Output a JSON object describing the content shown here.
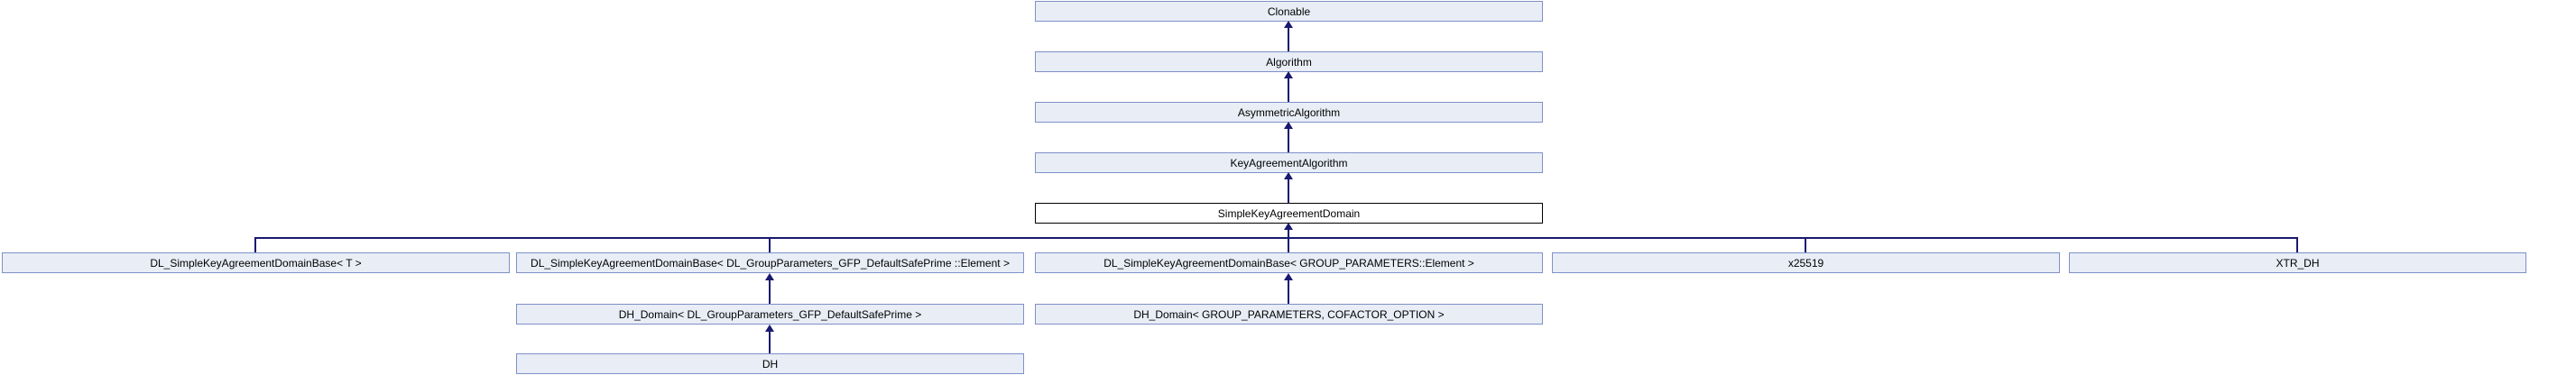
{
  "diagram": {
    "kind": "class-inheritance-graph",
    "colors": {
      "node_fill": "#E8EDF6",
      "node_border": "#8090C8",
      "current_node_fill": "#FFFFFF",
      "current_node_border": "#000000",
      "edge": "#191970",
      "text": "#000000",
      "background": "#FFFFFF"
    },
    "nodes": {
      "clonable": "Clonable",
      "algorithm": "Algorithm",
      "asymmetric_algorithm": "AsymmetricAlgorithm",
      "key_agreement_algorithm": "KeyAgreementAlgorithm",
      "simple_key_agreement_domain": "SimpleKeyAgreementDomain",
      "dl_base_t": "DL_SimpleKeyAgreementDomainBase< T >",
      "dl_base_safeprime": "DL_SimpleKeyAgreementDomainBase< DL_GroupParameters_GFP_DefaultSafePrime ::Element >",
      "dl_base_group_params": "DL_SimpleKeyAgreementDomainBase< GROUP_PARAMETERS::Element >",
      "x25519": "x25519",
      "xtr_dh": "XTR_DH",
      "dh_domain_safeprime": "DH_Domain< DL_GroupParameters_GFP_DefaultSafePrime >",
      "dh_domain_group_params": "DH_Domain< GROUP_PARAMETERS, COFACTOR_OPTION >",
      "dh": "DH"
    },
    "edges_note": "all edges are public-inheritance arrows pointing from derived class to base class"
  }
}
